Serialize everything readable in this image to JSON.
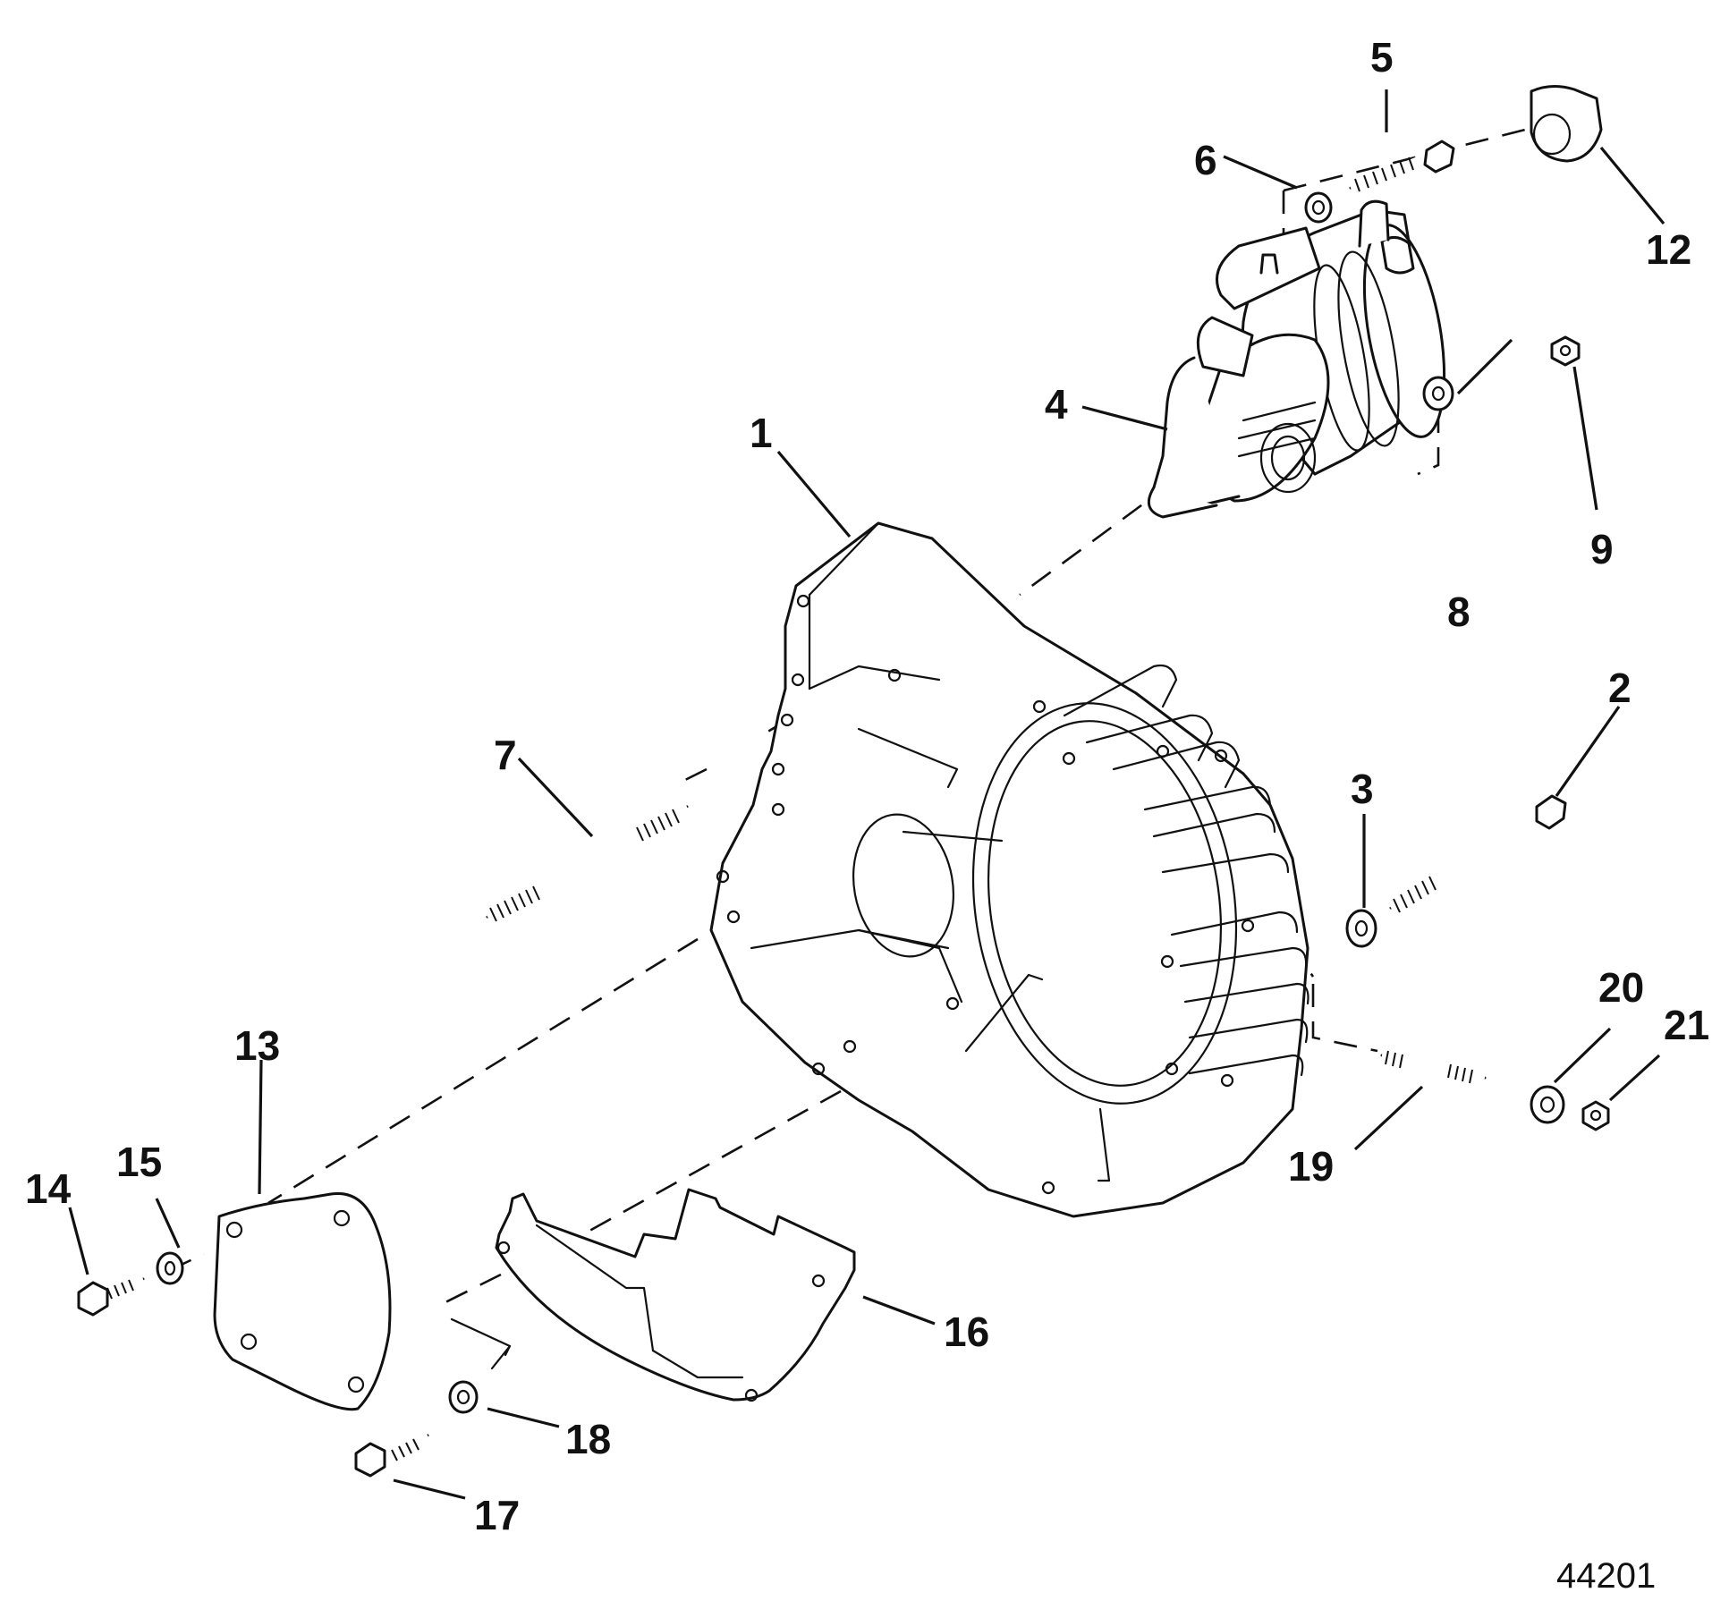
{
  "diagram": {
    "callouts": {
      "c1": "1",
      "c2": "2",
      "c3": "3",
      "c4": "4",
      "c5": "5",
      "c6": "6",
      "c7": "7",
      "c8": "8",
      "c9": "9",
      "c12": "12",
      "c13": "13",
      "c14": "14",
      "c15": "15",
      "c16": "16",
      "c17": "17",
      "c18": "18",
      "c19": "19",
      "c20": "20",
      "c21": "21"
    },
    "drawing_number": "44201"
  }
}
